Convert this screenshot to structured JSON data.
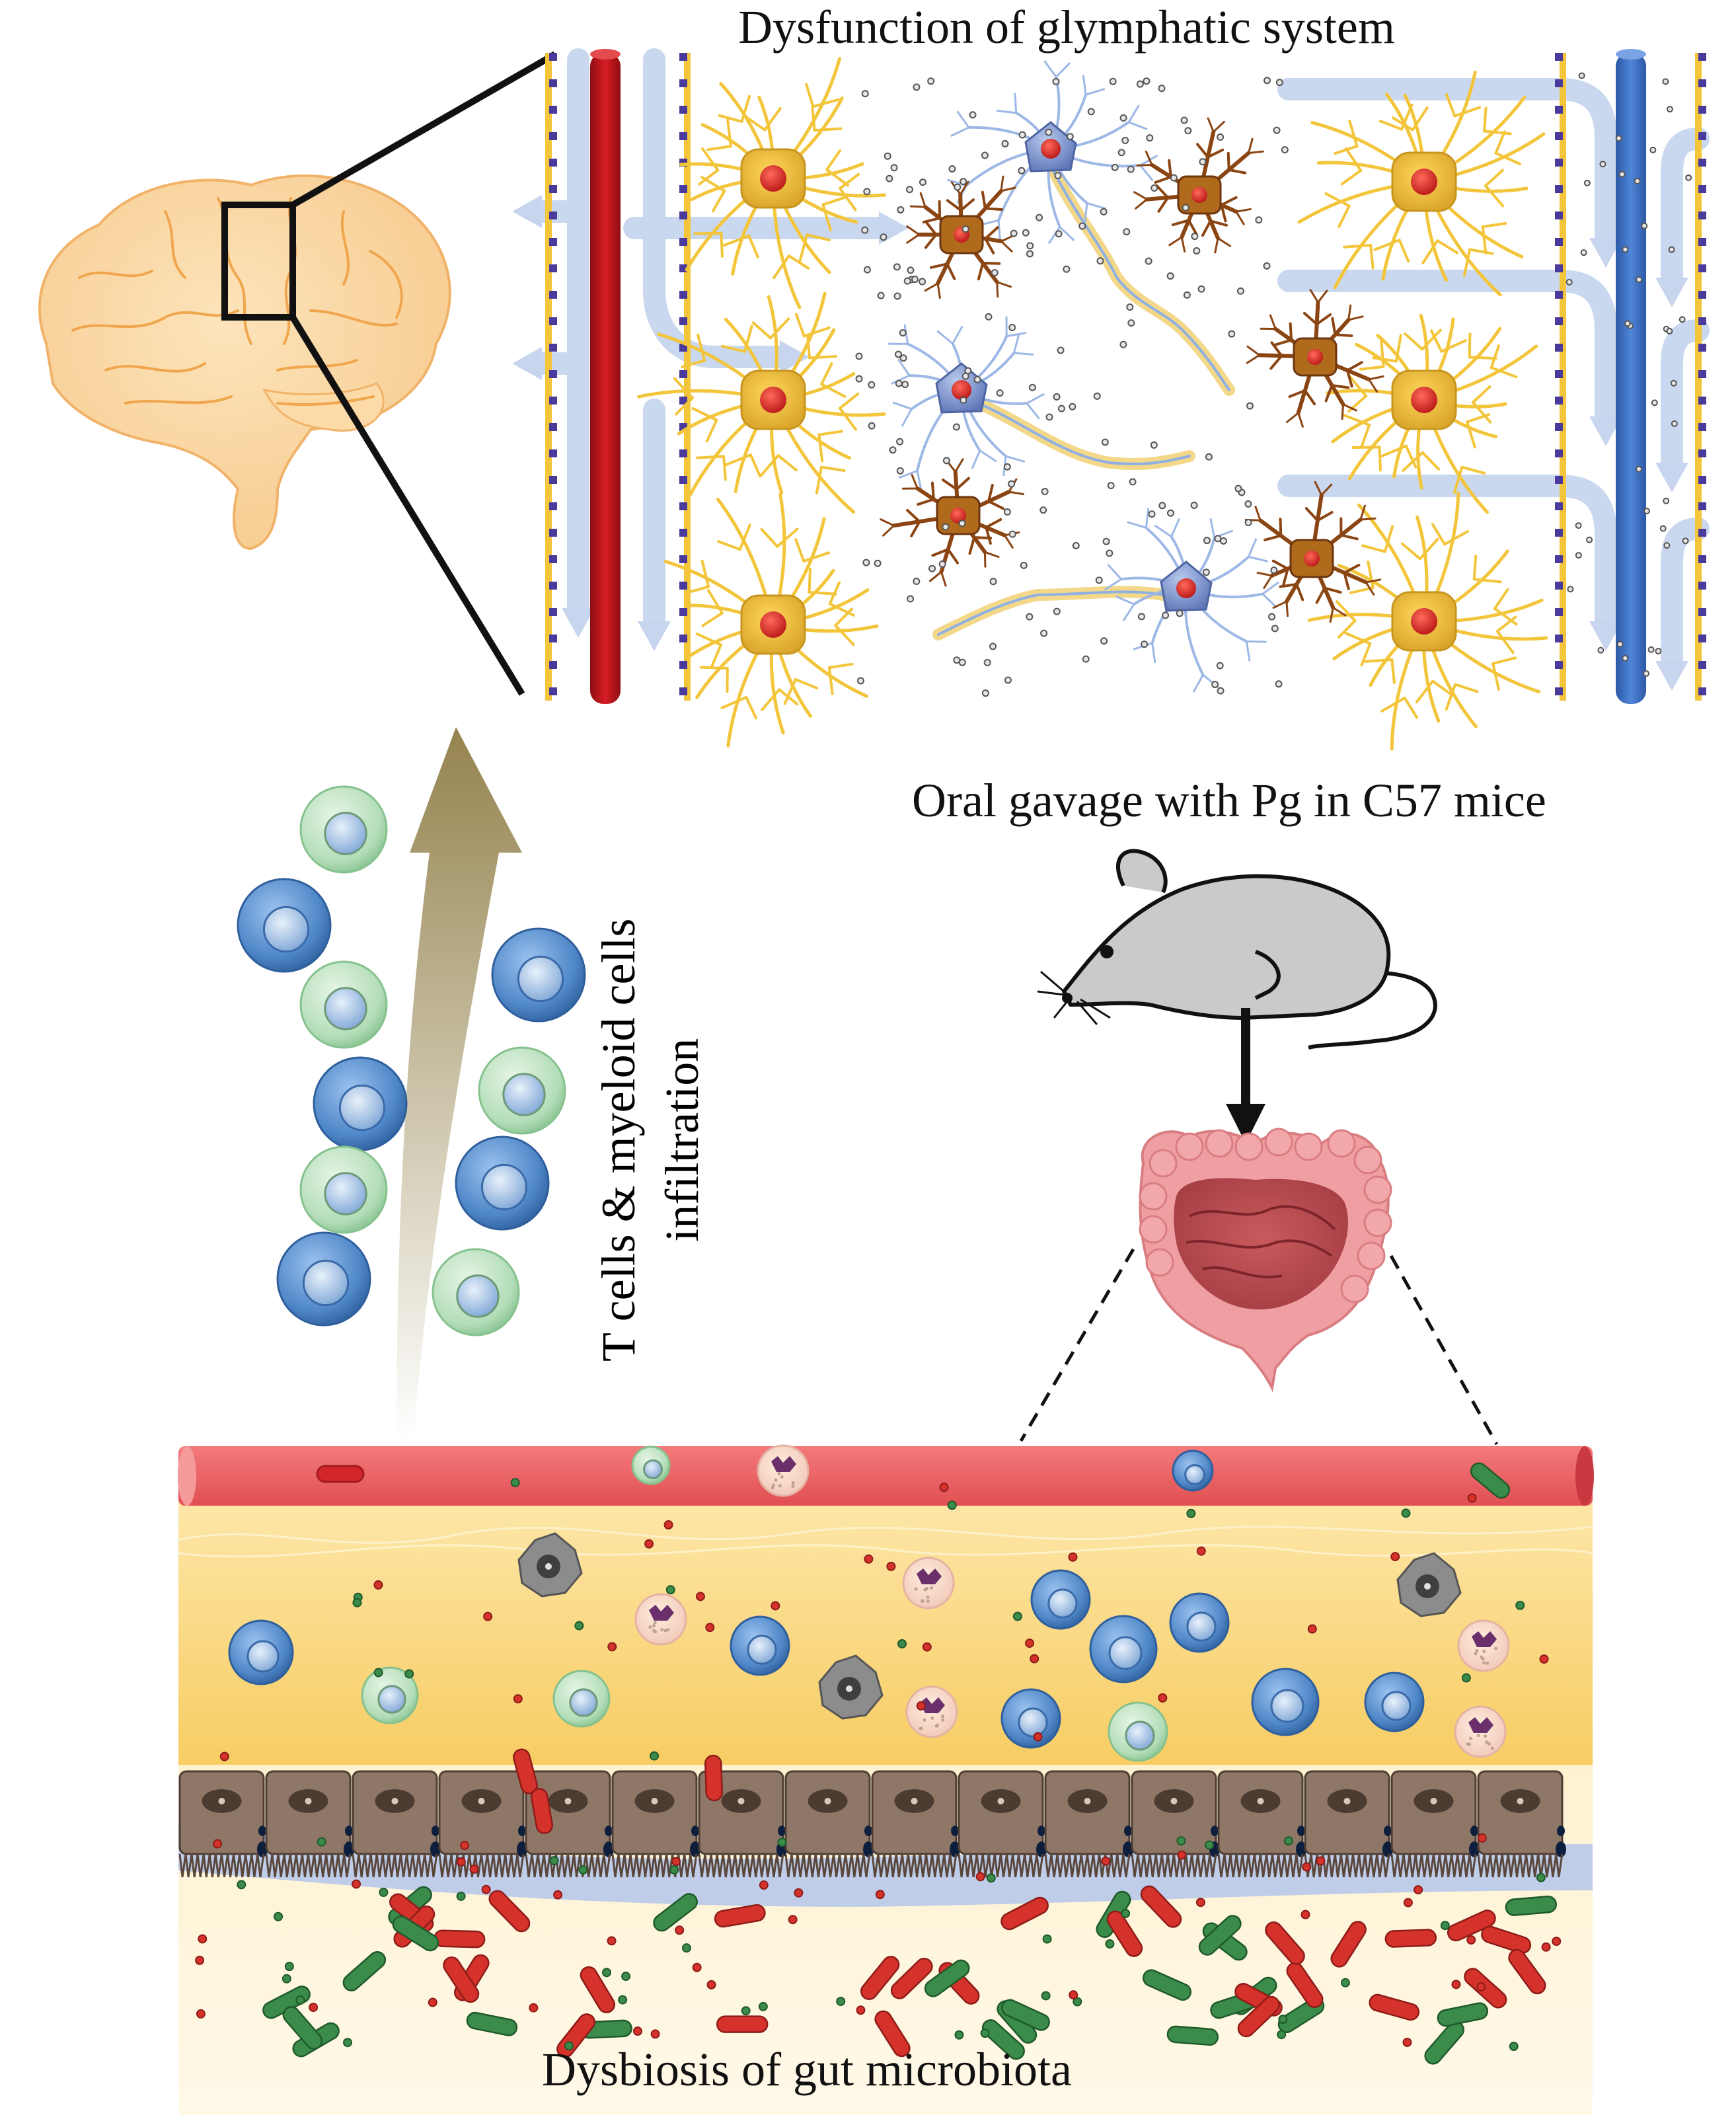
{
  "labels": {
    "glymphatic_title": "Dysfunction of glymphatic system",
    "gavage_title": "Oral gavage with Pg in C57 mice",
    "infiltration_line1": "T cells & myeloid cells",
    "infiltration_line2": "infiltration",
    "dysbiosis_title": "Dysbiosis of gut microbiota"
  },
  "colors": {
    "artery": "#c0121b",
    "vein": "#3d6fc4",
    "astrocyte": "#f3c53a",
    "astrocyte_soma": "#e7b431",
    "nucleus_red": "#d0231f",
    "neuron": "#8fb0e3",
    "microglia": "#8b4513",
    "csf_flow": "#c7d6ee",
    "blood_vessel": "#f26b6b",
    "lamina_propria": "#fbdb87",
    "epithelium": "#8c7466",
    "mucus": "#b9c7e8",
    "lumen": "#fdf2cc",
    "bacteria_red": "#d6322c",
    "bacteria_green": "#3b8b4b",
    "t_cell_blue": "#4f87c8",
    "myeloid_green": "#a9d8b0",
    "brain": "#f8d29a",
    "mouse": "#c9c9c9",
    "intestine": "#ec8f93",
    "infiltration_arrow": "#9b8b55"
  },
  "icons": [
    "brain-icon",
    "mouse-icon",
    "intestine-icon",
    "astrocyte-icon",
    "neuron-icon",
    "microglia-icon",
    "t-cell-icon",
    "myeloid-cell-icon",
    "bacteria-icon"
  ]
}
